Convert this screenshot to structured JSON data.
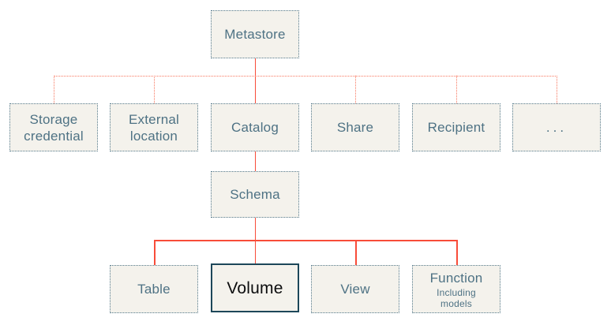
{
  "diagram": {
    "kind": "hierarchy",
    "nodes": {
      "metastore": {
        "label": "Metastore"
      },
      "storage_credential": {
        "label": "Storage credential"
      },
      "external_location": {
        "label": "External location"
      },
      "catalog": {
        "label": "Catalog"
      },
      "share": {
        "label": "Share"
      },
      "recipient": {
        "label": "Recipient"
      },
      "more": {
        "label": "..."
      },
      "schema": {
        "label": "Schema"
      },
      "table": {
        "label": "Table"
      },
      "volume": {
        "label": "Volume"
      },
      "view": {
        "label": "View"
      },
      "function": {
        "label": "Function",
        "sublabel": "Including models"
      }
    },
    "edges": [
      {
        "from": "metastore",
        "to": "catalog",
        "style": "solid"
      },
      {
        "from": "metastore",
        "to": "storage_credential",
        "style": "dotted"
      },
      {
        "from": "metastore",
        "to": "external_location",
        "style": "dotted"
      },
      {
        "from": "metastore",
        "to": "share",
        "style": "dotted"
      },
      {
        "from": "metastore",
        "to": "recipient",
        "style": "dotted"
      },
      {
        "from": "metastore",
        "to": "more",
        "style": "dotted"
      },
      {
        "from": "catalog",
        "to": "schema",
        "style": "solid"
      },
      {
        "from": "schema",
        "to": "table",
        "style": "solid"
      },
      {
        "from": "schema",
        "to": "volume",
        "style": "solid"
      },
      {
        "from": "schema",
        "to": "view",
        "style": "solid"
      },
      {
        "from": "schema",
        "to": "function",
        "style": "solid"
      }
    ],
    "colors": {
      "node_fill": "#f4f2ec",
      "node_border": "#557a8c",
      "node_text": "#4e7284",
      "highlight_border": "#1d4759",
      "highlight_text": "#0c0d0e",
      "connector_solid": "#f84c39",
      "connector_dotted": "#f8775f",
      "background": "#ffffff"
    }
  }
}
